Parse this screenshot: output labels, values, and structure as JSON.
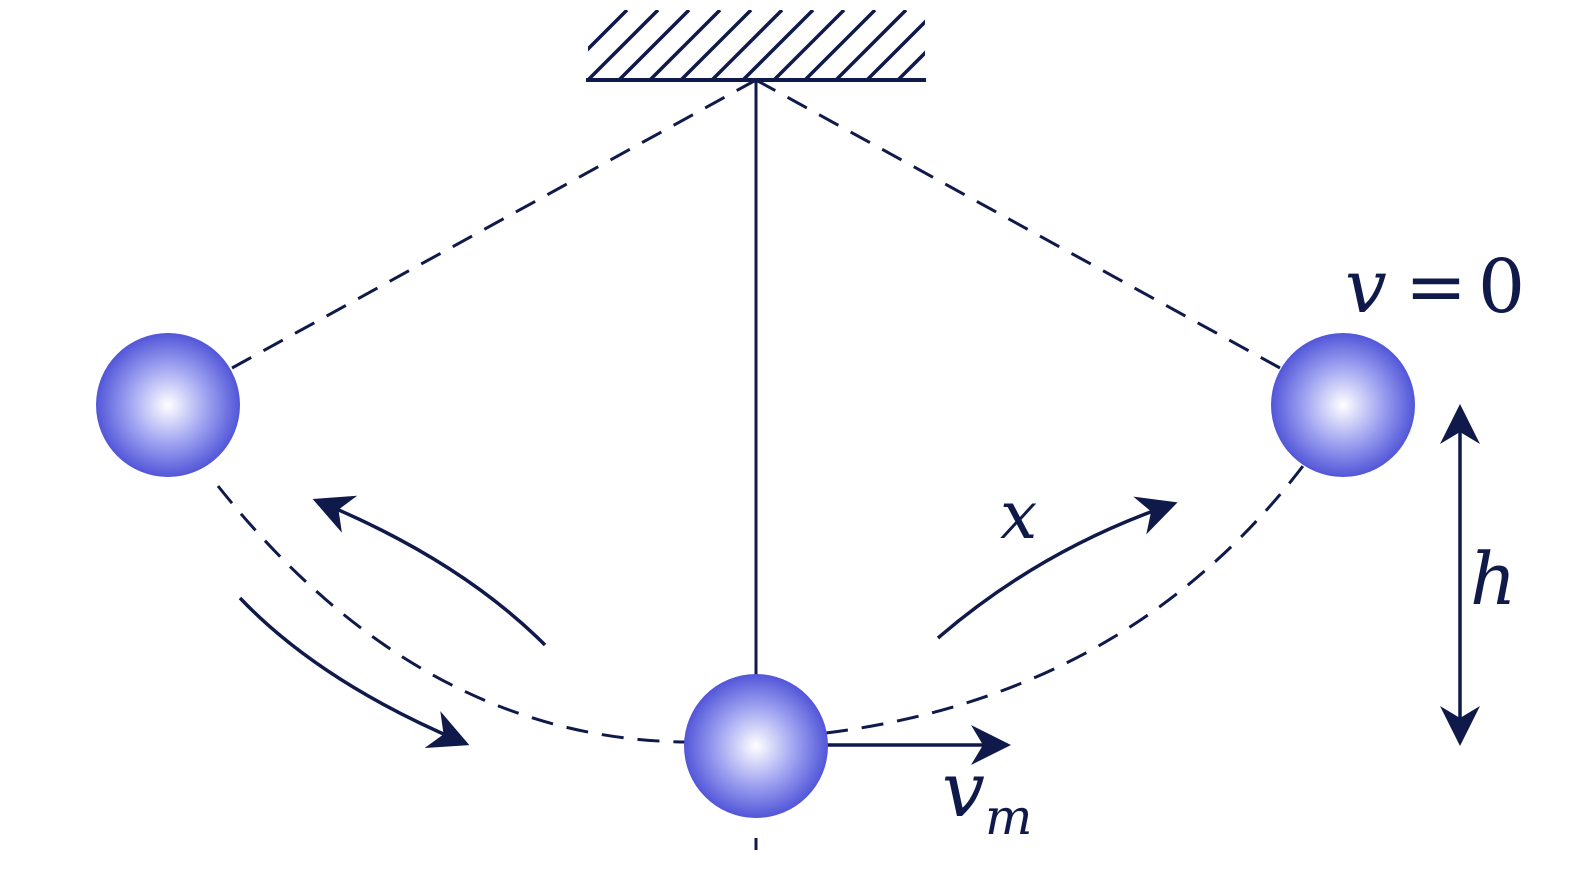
{
  "labels": {
    "v_zero": {
      "v": "v",
      "eq": "=",
      "zero": "0"
    },
    "x": "x",
    "h": "h",
    "v_m": {
      "v": "v",
      "sub": "m"
    }
  },
  "colors": {
    "stroke": "#0f1a4a",
    "ball_center": "#ffffff",
    "ball_mid": "#8e93ee",
    "ball_edge": "#4f52d6"
  }
}
